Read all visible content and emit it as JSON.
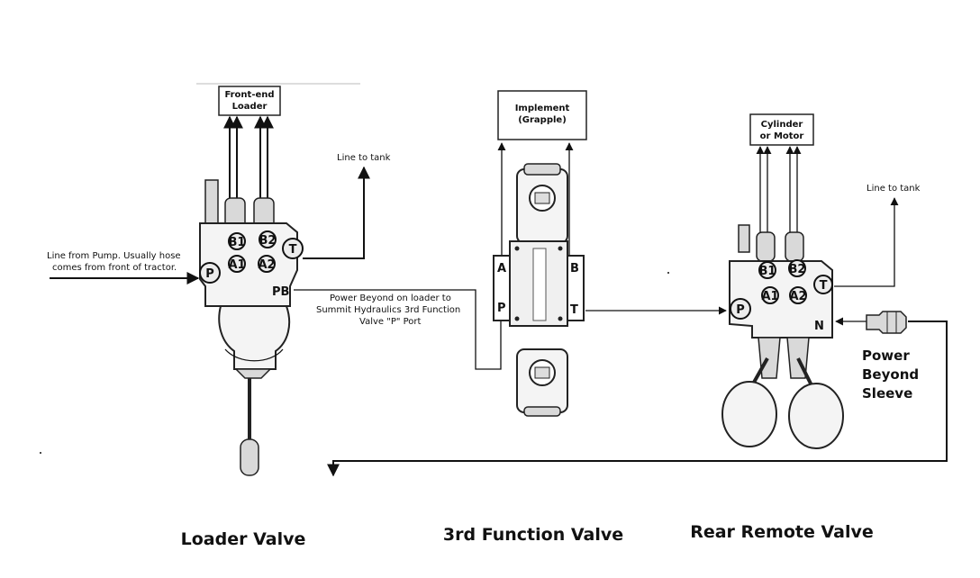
{
  "boxes": {
    "loader_line1": "Front-end",
    "loader_line2": "Loader",
    "implement_line1": "Implement",
    "implement_line2": "(Grapple)",
    "cylinder_line1": "Cylinder",
    "cylinder_line2": "or Motor"
  },
  "notes": {
    "line_to_tank_1": "Line to tank",
    "line_to_tank_2": "Line to tank",
    "pump_line1": "Line from Pump. Usually hose",
    "pump_line2": "comes from front of tractor.",
    "pb_line1": "Power Beyond on loader to",
    "pb_line2": "Summit Hydraulics 3rd Function",
    "pb_line3": "Valve \"P\" Port",
    "sleeve_line1": "Power",
    "sleeve_line2": "Beyond",
    "sleeve_line3": "Sleeve"
  },
  "ports": {
    "loader": {
      "b1": "B1",
      "b2": "B2",
      "a1": "A1",
      "a2": "A2",
      "t": "T",
      "p": "P",
      "pb": "PB"
    },
    "third": {
      "a": "A",
      "b": "B",
      "p": "P",
      "t": "T"
    },
    "rear": {
      "b1": "B1",
      "b2": "B2",
      "a1": "A1",
      "a2": "A2",
      "t": "T",
      "p": "P",
      "n": "N"
    }
  },
  "captions": {
    "loader": "Loader Valve",
    "third": "3rd Function Valve",
    "rear": "Rear Remote Valve"
  }
}
